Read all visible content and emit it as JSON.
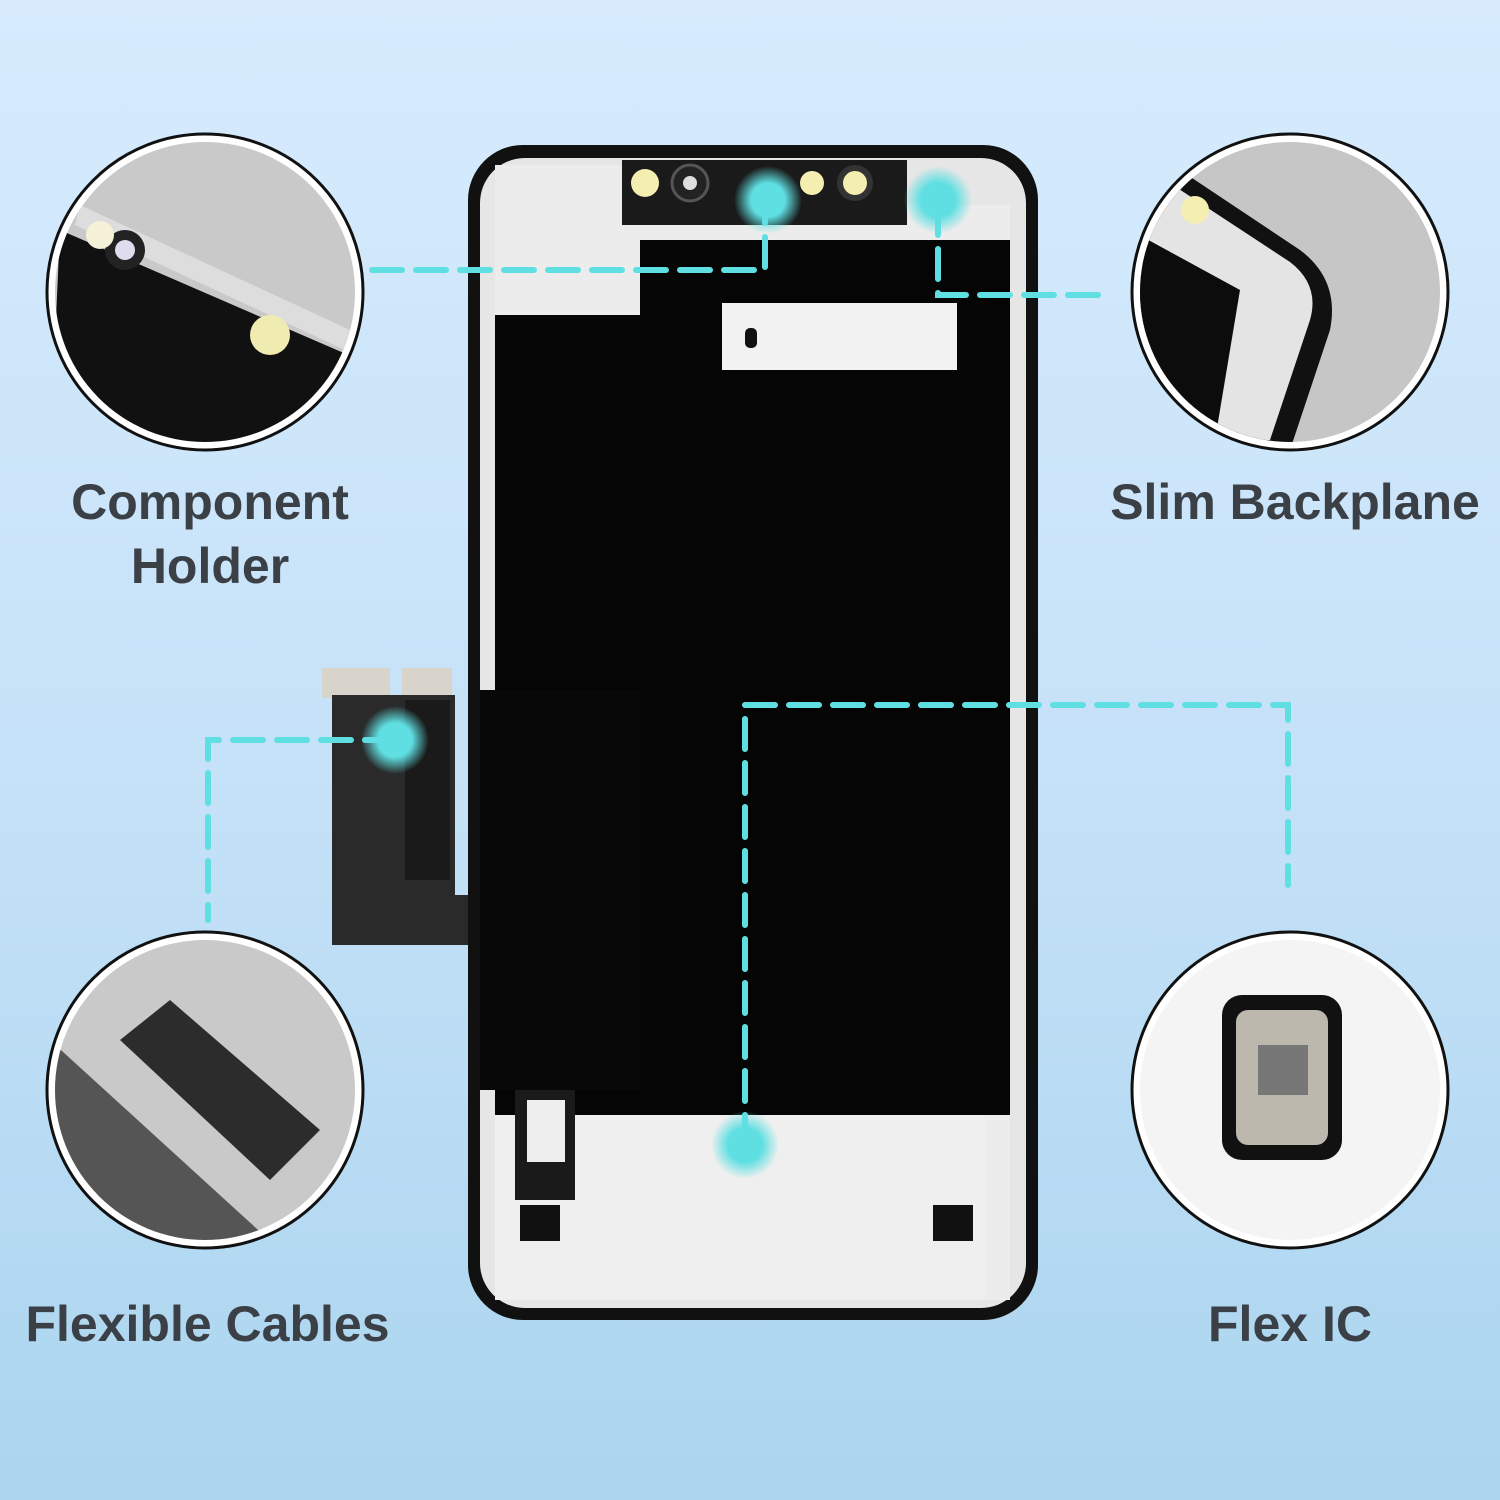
{
  "colors": {
    "accent": "#5fdfe2",
    "label_text": "#3b4047",
    "background_top": "#d7ebfd",
    "background_bottom": "#abd5ef"
  },
  "features": [
    {
      "label_line1": "Component",
      "label_line2": "Holder"
    },
    {
      "label_line1": "Slim Backplane"
    },
    {
      "label_line1": "Flexible Cables"
    },
    {
      "label_line1": "Flex IC"
    }
  ]
}
